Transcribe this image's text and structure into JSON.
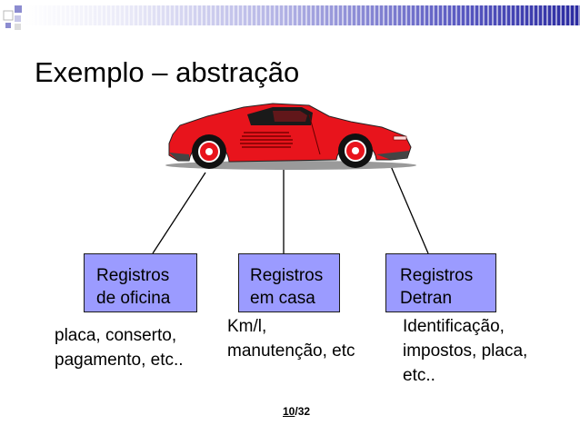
{
  "slide": {
    "title": "Exemplo – abstração",
    "boxes": [
      {
        "line1": "Registros",
        "line2": "de oficina"
      },
      {
        "line1": "Registros",
        "line2": "em casa"
      },
      {
        "line1": "Registros",
        "line2": "Detran"
      }
    ],
    "descriptions": [
      {
        "line1": "placa, conserto,",
        "line2": "pagamento, etc..",
        "line3": ""
      },
      {
        "line1": "Km/l,",
        "line2": "manutenção, etc",
        "line3": ""
      },
      {
        "line1": "Identificação,",
        "line2": "impostos, placa,",
        "line3": "etc.."
      }
    ],
    "page": {
      "current": "10",
      "sep": "/",
      "total": "32"
    }
  },
  "colors": {
    "box_fill": "#9b9bff",
    "car_body": "#e8141c",
    "header_dark": "#2a2aa0",
    "deco_square": "#8c8cd0"
  },
  "icons": [
    "car-icon",
    "corner-decoration"
  ]
}
